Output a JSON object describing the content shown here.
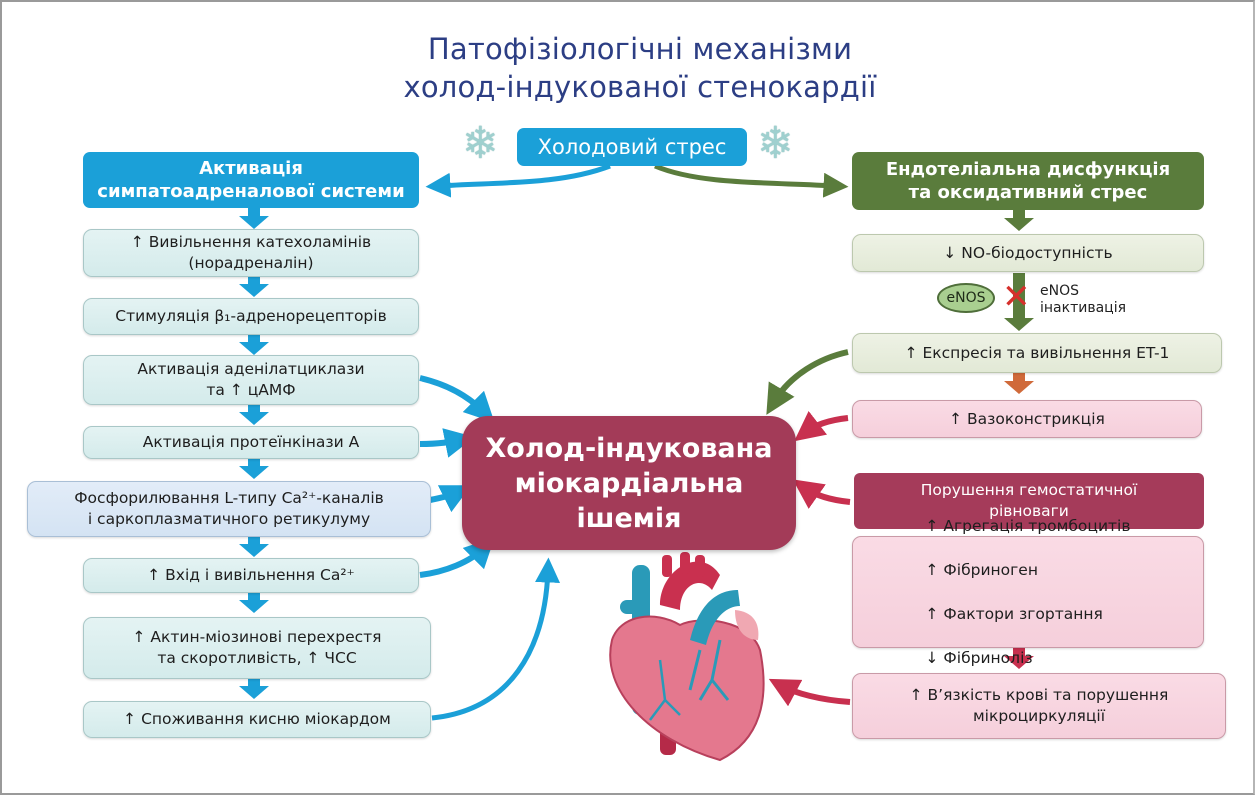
{
  "title": {
    "line1": "Патофізіологічні механізми",
    "line2": "холод-індукованої стенокардії"
  },
  "cold_stress": {
    "label": "Холодовий стрес",
    "icon": "snowflake-icon",
    "glyph": "❄"
  },
  "center": {
    "label": "Холод-індукована\nміокардіальна\nішемія"
  },
  "left_branch": {
    "header": "Активація\nсимпатоадреналової системи",
    "color": "#1ba0d8",
    "steps": [
      "↑ Вивільнення катехоламінів\n(норадреналін)",
      "Стимуляція β₁-адренорецепторів",
      "Активація аденілатциклази\nта ↑ цАМФ",
      "Активація протеїнкінази А",
      "Фосфорилювання L-типу Ca²⁺-каналів\nі саркоплазматичного ретикулуму",
      "↑ Вхід і вивільнення Ca²⁺",
      "↑ Актин-міозинові перехрестя\nта скоротливість, ↑ ЧСС",
      "↑ Споживання кисню міокардом"
    ]
  },
  "right_branch": {
    "header": "Ендотеліальна дисфункція\nта оксидативний стрес",
    "color": "#5a7c3c",
    "no_bioavailability": "↓ NO-біодоступність",
    "enos_pill": "eNOS",
    "enos_inactivation": "eNOS\nінактивація",
    "et1": "↑ Експресія та вивільнення ET-1",
    "vasoconstriction": "↑ Вазоконстрикція"
  },
  "hemostasis": {
    "header": "Порушення гемостатичної\nрівноваги",
    "color": "#a53b5a",
    "items": [
      "↑ Агрегація тромбоцитів",
      "↑ Фібриноген",
      "↑ Фактори згортання",
      "↓ Фібриноліз"
    ],
    "viscosity": "↑ В’язкість крові та порушення\nмікроциркуляції"
  },
  "colors": {
    "title": "#2c3e84",
    "blue": "#1ba0d8",
    "green": "#5a7c3c",
    "maroon": "#a33b58",
    "red_arrow": "#c8304f"
  }
}
